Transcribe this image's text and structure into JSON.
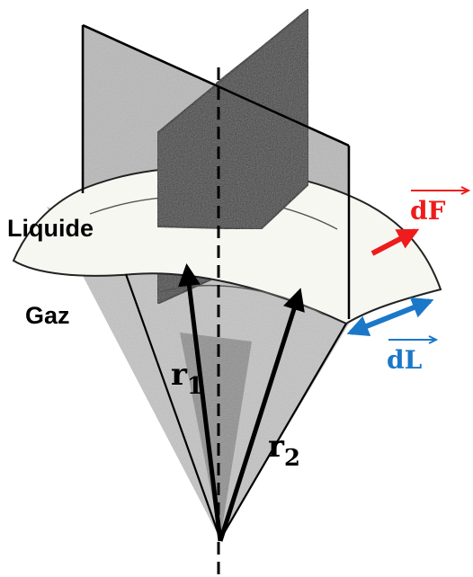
{
  "labels": {
    "liquid": "Liquide",
    "gas": "Gaz",
    "r1_base": "r",
    "r1_sub": "1",
    "r2_base": "r",
    "r2_sub": "2",
    "dF": "dF",
    "dL": "dL"
  },
  "colors": {
    "force_vector": "#ee1c1c",
    "length_vector": "#1b78c8",
    "radius_vector": "#000000",
    "plane_light": "#b8b8b8",
    "plane_dark": "#3a3a3a",
    "surface": "#f7f7f2"
  },
  "icons": {
    "force_arrow": "arrow-up-right",
    "length_arrow": "double-arrow"
  }
}
